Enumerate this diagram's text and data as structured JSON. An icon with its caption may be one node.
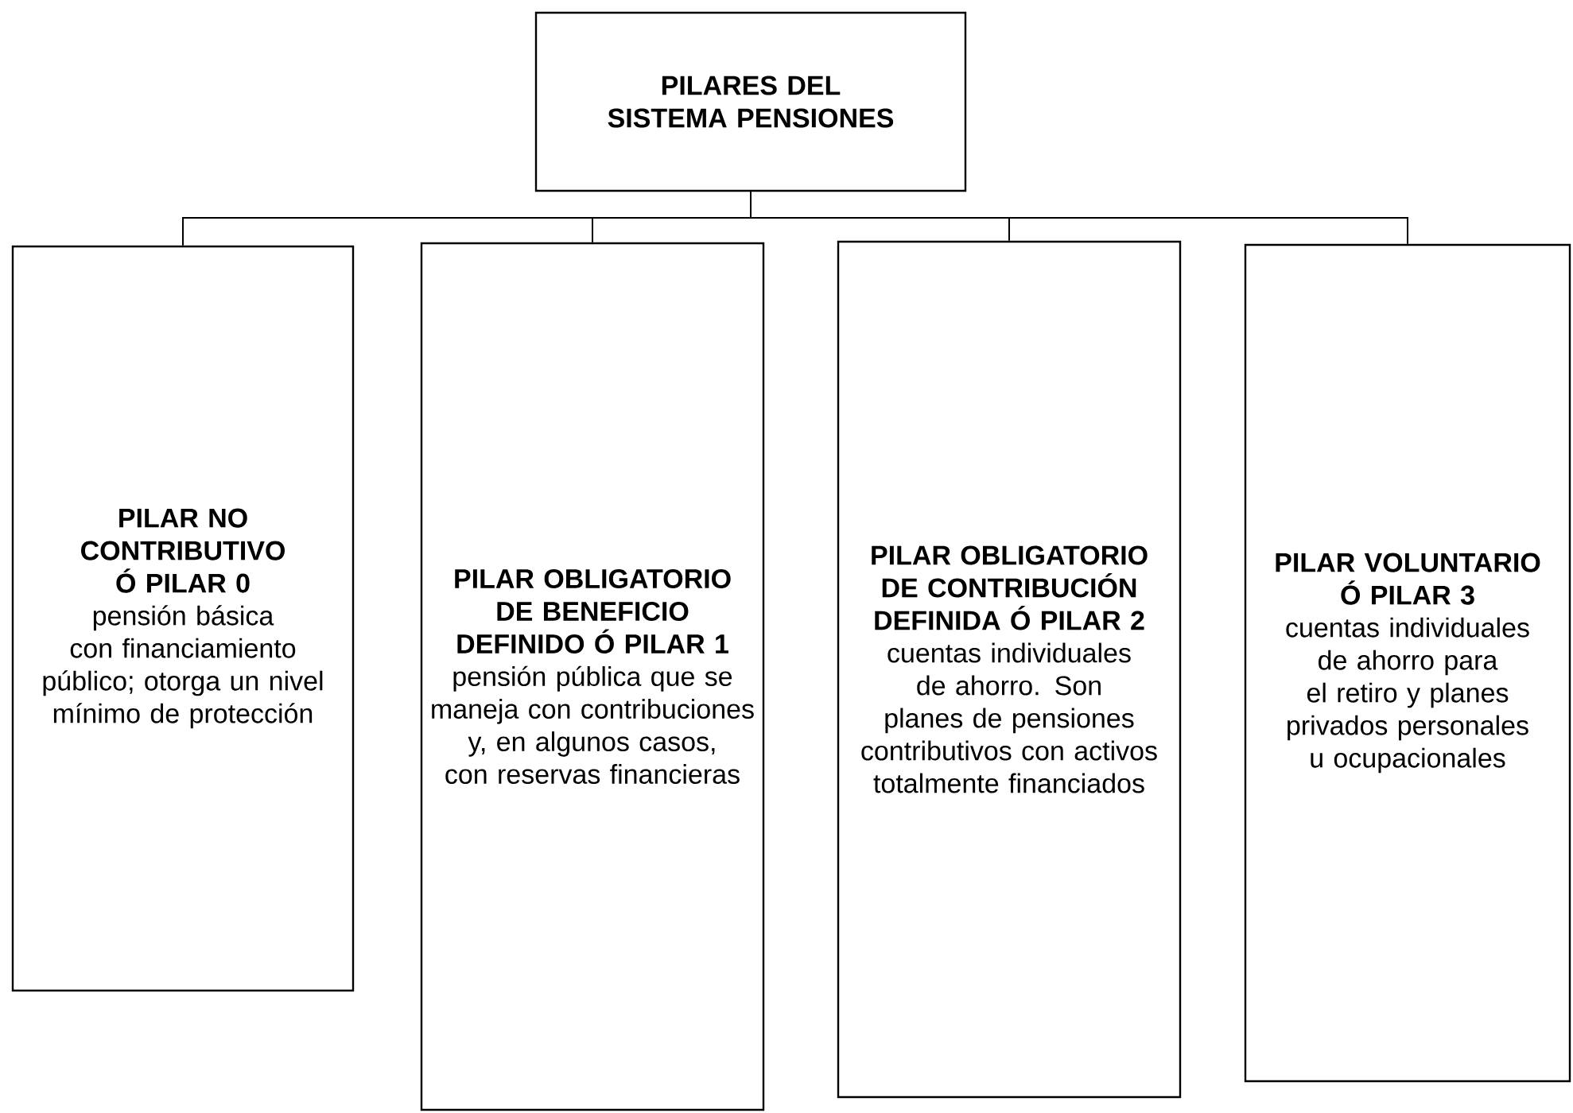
{
  "diagram": {
    "nodes": [
      {
        "text": [
          "PILARES DEL SISTEMA PENSIONES"
        ]
      },
      {
        "text": [
          "PILAR NO CONTRIBUTIVO Ó PILAR 0",
          "pensión básica con financiamiento público; otorga un nivel mínimo de protección"
        ]
      },
      {
        "text": [
          "PILAR OBLIGATORIO DE BENEFICIO DEFINIDO Ó PILAR 1",
          "pensión pública que se maneja con contribuciones y, en algunos casos, con reservas financieras"
        ]
      },
      {
        "text": [
          "PILAR OBLIGATORIO DE CONTRIBUCIÓN DEFINIDA Ó PILAR 2",
          "cuentas individuales de ahorro. Son planes de pensiones contributivos con activos totalmente financiados"
        ]
      },
      {
        "text": [
          "PILAR VOLUNTARIO Ó PILAR 3",
          "cuentas individuales de ahorro para el retiro y planes privados personales u ocupacionales"
        ]
      }
    ],
    "edges": [
      {
        "from": 0,
        "to": 1,
        "arrow": "none"
      },
      {
        "from": 0,
        "to": 2,
        "arrow": "none"
      },
      {
        "from": 0,
        "to": 3,
        "arrow": "none"
      },
      {
        "from": 0,
        "to": 4,
        "arrow": "none"
      }
    ]
  }
}
